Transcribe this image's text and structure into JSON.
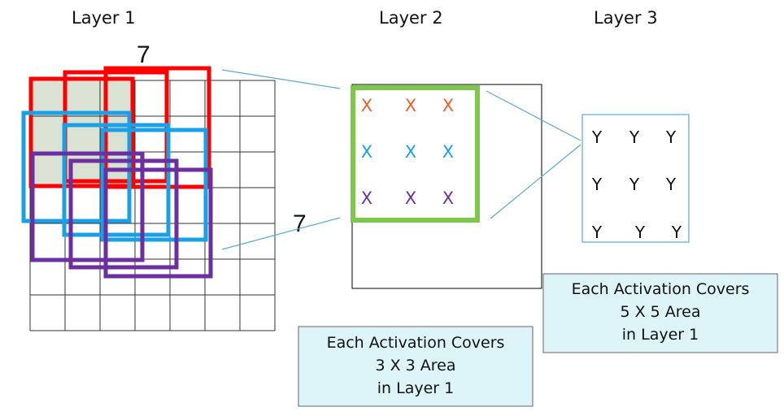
{
  "layers": {
    "layer1": "Layer 1",
    "layer2": "Layer 2",
    "layer3": "Layer 3"
  },
  "dimension_labels": {
    "width": "7",
    "height": "7"
  },
  "layer2_rows": [
    {
      "symbol": "X",
      "color": "#e8622a"
    },
    {
      "symbol": "X",
      "color": "#1aa0e6"
    },
    {
      "symbol": "X",
      "color": "#6b2fa0"
    }
  ],
  "layer3_symbol": "Y",
  "captions": {
    "layer2": [
      "Each Activation Covers",
      "3 X 3 Area",
      "in  Layer 1"
    ],
    "layer3": [
      "Each Activation Covers",
      "5 X 5 Area",
      "in Layer 1"
    ]
  },
  "colors": {
    "red": "#ff0000",
    "blue": "#1aa0e6",
    "purple": "#6b2fa0",
    "green": "#7cc84a",
    "shaded": "#d9e2d3",
    "caption_bg": "#ddf4f8",
    "connector": "#5aa9d0"
  }
}
